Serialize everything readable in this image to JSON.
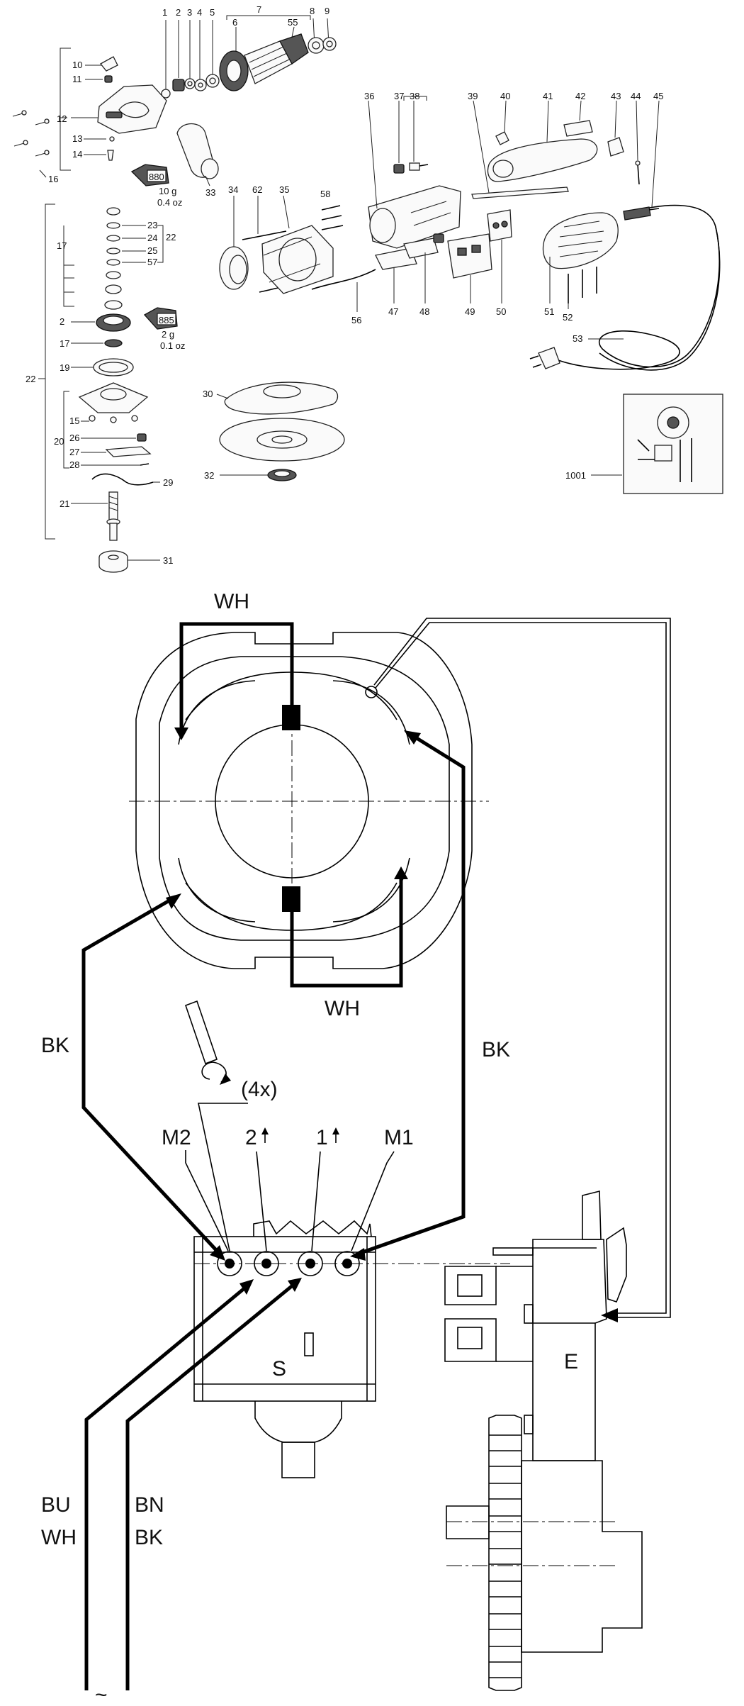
{
  "exploded_view": {
    "part_numbers": {
      "p1": "1",
      "p2": "2",
      "p3": "3",
      "p4": "4",
      "p5": "5",
      "p6": "6",
      "p7": "7",
      "p8": "8",
      "p9": "9",
      "p10": "10",
      "p11": "11",
      "p12": "12",
      "p13": "13",
      "p14": "14",
      "p15": "15",
      "p16": "16",
      "p17a": "17",
      "p17b": "17",
      "p19": "19",
      "p2b": "2",
      "p20": "20",
      "p21": "21",
      "p22a": "22",
      "p22b": "22",
      "p23": "23",
      "p24": "24",
      "p25": "25",
      "p26": "26",
      "p27": "27",
      "p28": "28",
      "p29": "29",
      "p30": "30",
      "p31": "31",
      "p32": "32",
      "p33": "33",
      "p34": "34",
      "p35": "35",
      "p36": "36",
      "p37": "37",
      "p38": "38",
      "p39": "39",
      "p40": "40",
      "p41": "41",
      "p42": "42",
      "p43": "43",
      "p44": "44",
      "p45": "45",
      "p47": "47",
      "p48": "48",
      "p49": "49",
      "p50": "50",
      "p51": "51",
      "p52": "52",
      "p53": "53",
      "p55": "55",
      "p56": "56",
      "p57": "57",
      "p58": "58",
      "p62": "62",
      "p1001": "1001"
    },
    "grease_tube_1": {
      "label": "880",
      "weight_g": "10 g",
      "weight_oz": "0.4 oz"
    },
    "grease_tube_2": {
      "label": "885",
      "weight_g": "2 g",
      "weight_oz": "0.1 oz"
    }
  },
  "wiring_diagram": {
    "wire_wh_top": "WH",
    "wire_wh_bottom": "WH",
    "wire_bk_left": "BK",
    "wire_bk_right": "BK",
    "screw_count": "(4x)",
    "terminal_m2": "M2",
    "terminal_2": "2",
    "terminal_1": "1",
    "terminal_m1": "M1",
    "switch_label": "S",
    "electronics_label": "E",
    "supply_left_1": "BU",
    "supply_left_2": "WH",
    "supply_right_1": "BN",
    "supply_right_2": "BK",
    "ac_symbol": "~"
  }
}
